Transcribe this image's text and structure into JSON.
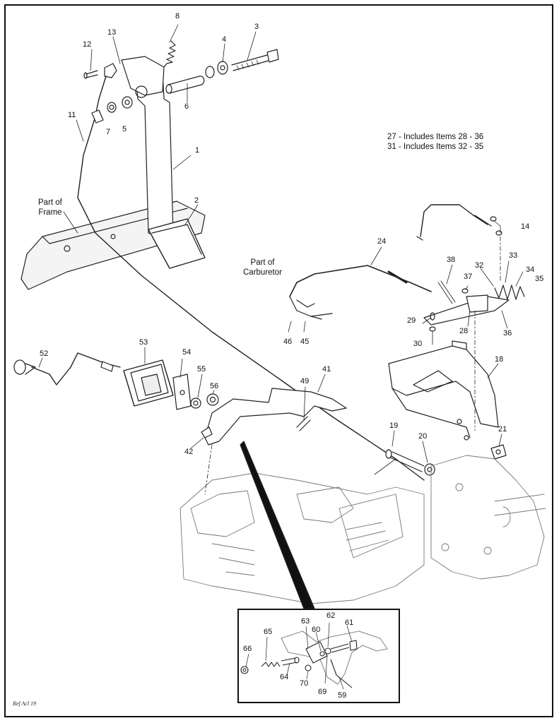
{
  "notes": [
    "27 - Includes Items 28 - 36",
    "31 - Includes Items 32 - 35"
  ],
  "labels": {
    "part_of_frame_line1": "Part of",
    "part_of_frame_line2": "Frame",
    "part_of_carb_line1": "Part of",
    "part_of_carb_line2": "Carburetor"
  },
  "callouts": {
    "c1": "1",
    "c2": "2",
    "c3": "3",
    "c4": "4",
    "c5": "5",
    "c6": "6",
    "c7": "7",
    "c8": "8",
    "c11": "11",
    "c12": "12",
    "c13": "13",
    "c14": "14",
    "c18": "18",
    "c19": "19",
    "c20": "20",
    "c21": "21",
    "c24": "24",
    "c28": "28",
    "c29": "29",
    "c30": "30",
    "c32": "32",
    "c33": "33",
    "c34": "34",
    "c35": "35",
    "c36": "36",
    "c37": "37",
    "c38": "38",
    "c41": "41",
    "c42": "42",
    "c45": "45",
    "c46": "46",
    "c49": "49",
    "c52": "52",
    "c53": "53",
    "c54": "54",
    "c55": "55",
    "c56": "56",
    "c59": "59",
    "c60": "60",
    "c61": "61",
    "c62": "62",
    "c63": "63",
    "c64": "64",
    "c65": "65",
    "c66": "66",
    "c69": "69",
    "c70": "70"
  },
  "reference": "Ref Acl 19"
}
